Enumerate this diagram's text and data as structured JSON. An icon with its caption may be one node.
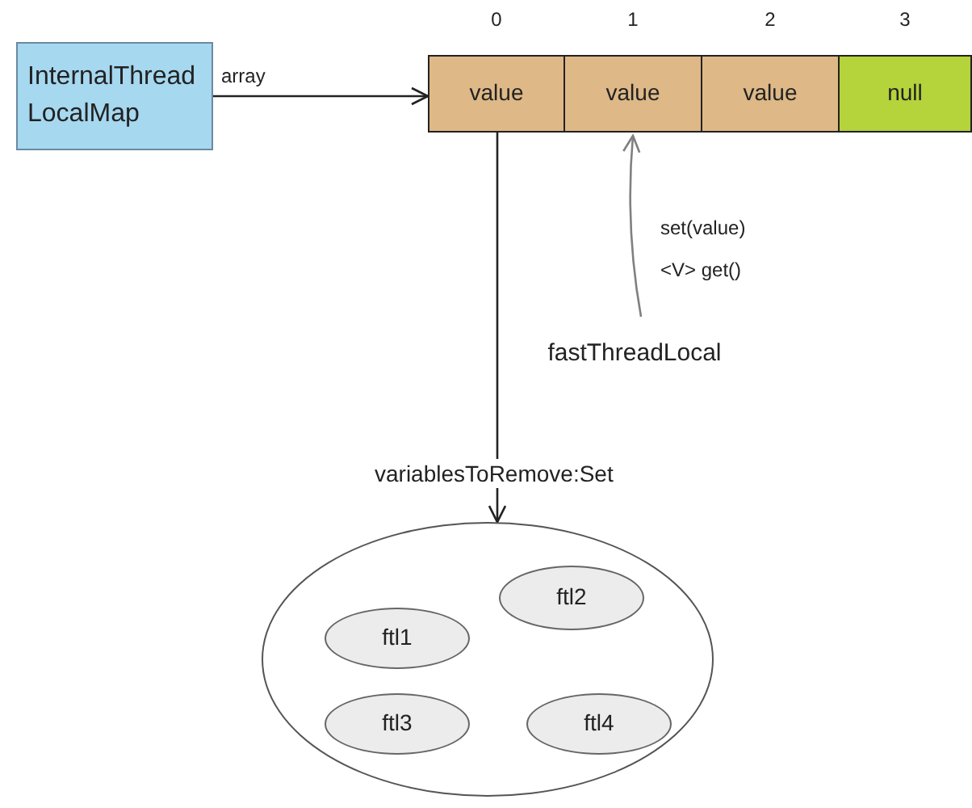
{
  "diagram": {
    "nodes": [
      {
        "text": [
          "InternalThreadLocalMap"
        ]
      },
      {
        "text": [
          "value"
        ],
        "beside": [
          "0"
        ]
      },
      {
        "text": [
          "value"
        ],
        "beside": [
          "1"
        ]
      },
      {
        "text": [
          "value"
        ],
        "beside": [
          "2"
        ]
      },
      {
        "text": [
          "null"
        ],
        "beside": [
          "3"
        ]
      },
      {
        "text": [
          "fastThreadLocal"
        ]
      },
      {
        "text": [],
        "shape": "circle"
      },
      {
        "text": [
          "ftl1"
        ],
        "in": 6
      },
      {
        "text": [
          "ftl2"
        ],
        "in": 6
      },
      {
        "text": [
          "ftl3"
        ],
        "in": 6
      },
      {
        "text": [
          "ftl4"
        ],
        "in": 6
      }
    ],
    "edges": [
      {
        "from": 0,
        "to": 1,
        "arrow": "to",
        "label": "array"
      },
      {
        "from": 1,
        "to": 6,
        "arrow": "to",
        "label": "variablesToRemove:Set"
      },
      {
        "from": 5,
        "to": 2,
        "arrow": "to",
        "label": "set(value) <V> get()",
        "color": "#808080"
      }
    ]
  }
}
